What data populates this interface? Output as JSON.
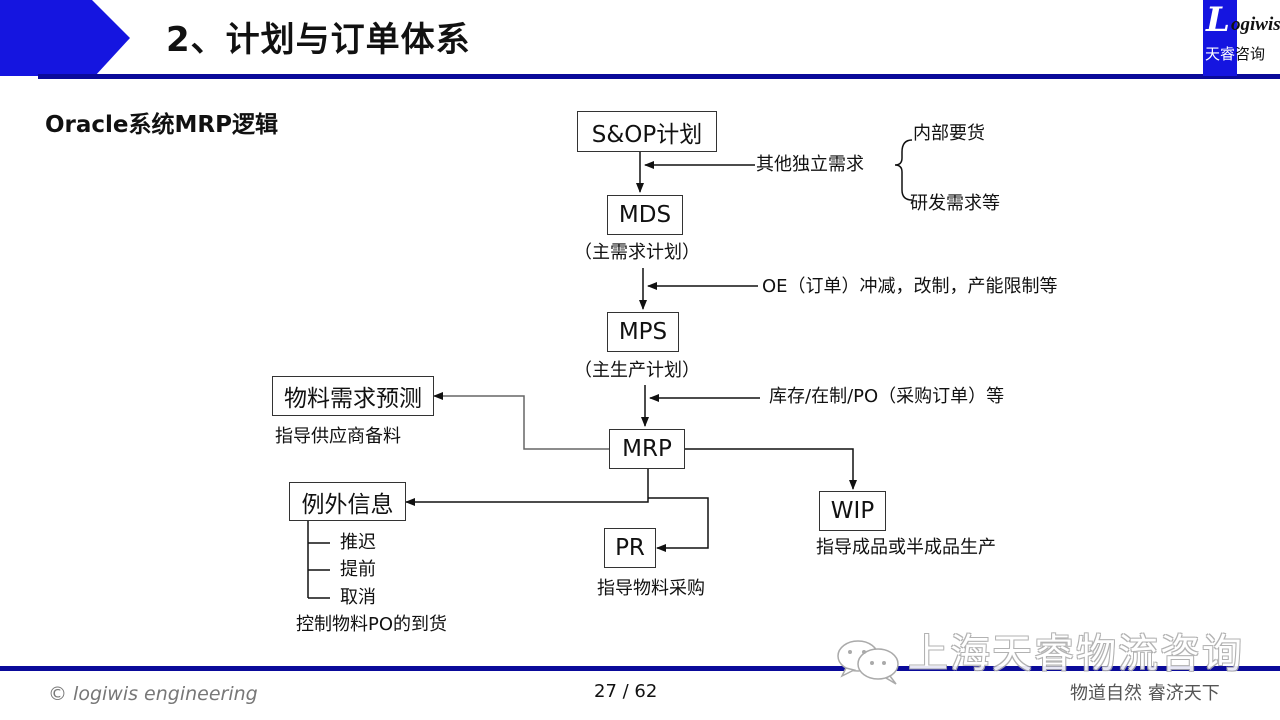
{
  "header": {
    "title": "2、计划与订单体系",
    "logo": {
      "initial": "L",
      "rest": "ogiwis",
      "cn_first": "天睿",
      "cn_rest": "咨询"
    }
  },
  "subtitle": "Oracle系统MRP逻辑",
  "diagram": {
    "nodes": {
      "sop": "S&OP计划",
      "mds": "MDS",
      "mds_desc": "（主需求计划）",
      "mps": "MPS",
      "mps_desc": "（主生产计划）",
      "mrp": "MRP",
      "forecast": "物料需求预测",
      "forecast_desc": "指导供应商备料",
      "exception": "例外信息",
      "exception_desc": "控制物料PO的到货",
      "pr": "PR",
      "pr_desc": "指导物料采购",
      "wip": "WIP",
      "wip_desc": "指导成品或半成品生产"
    },
    "inputs": {
      "independent_demand": "其他独立需求",
      "independent_demand_items": [
        "内部要货",
        "研发需求等"
      ],
      "oe": "OE（订单）冲减，改制，产能限制等",
      "inventory": "库存/在制/PO（采购订单）等"
    },
    "exception_actions": [
      "推迟",
      "提前",
      "取消"
    ]
  },
  "footer": {
    "copyright": "© logiwis engineering",
    "page": "27  / 62",
    "watermark": "上海天睿物流咨询",
    "slogan": "物道自然  睿济天下"
  }
}
